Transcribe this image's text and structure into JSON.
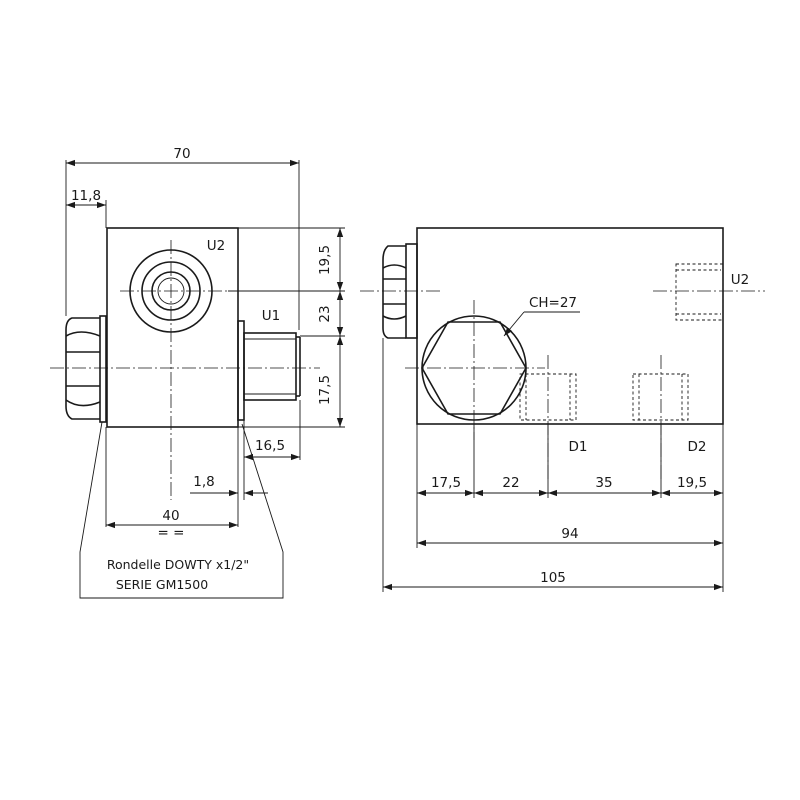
{
  "colors": {
    "ink": "#1a1a1a",
    "background": "#ffffff"
  },
  "side_view": {
    "dims": {
      "overall_width": "70",
      "nut_offset": "11,8",
      "height_top": "19,5",
      "height_mid": "23",
      "height_bottom": "17,5",
      "fitting_length": "16,5",
      "washer_thickness": "1,8",
      "block_width": "40",
      "symmetry_mark": "= ="
    },
    "ports": {
      "top_port": "U2",
      "side_port": "U1"
    },
    "note": {
      "line1": "Rondelle DOWTY x1/2\"",
      "line2": "SERIE GM1500"
    }
  },
  "front_view": {
    "hex_label": "CH=27",
    "ports": {
      "port_d1": "D1",
      "port_d2": "D2",
      "port_u2": "U2"
    },
    "dims": {
      "seg1": "17,5",
      "seg2": "22",
      "seg3": "35",
      "seg4": "19,5",
      "block_length": "94",
      "overall_length": "105"
    }
  }
}
